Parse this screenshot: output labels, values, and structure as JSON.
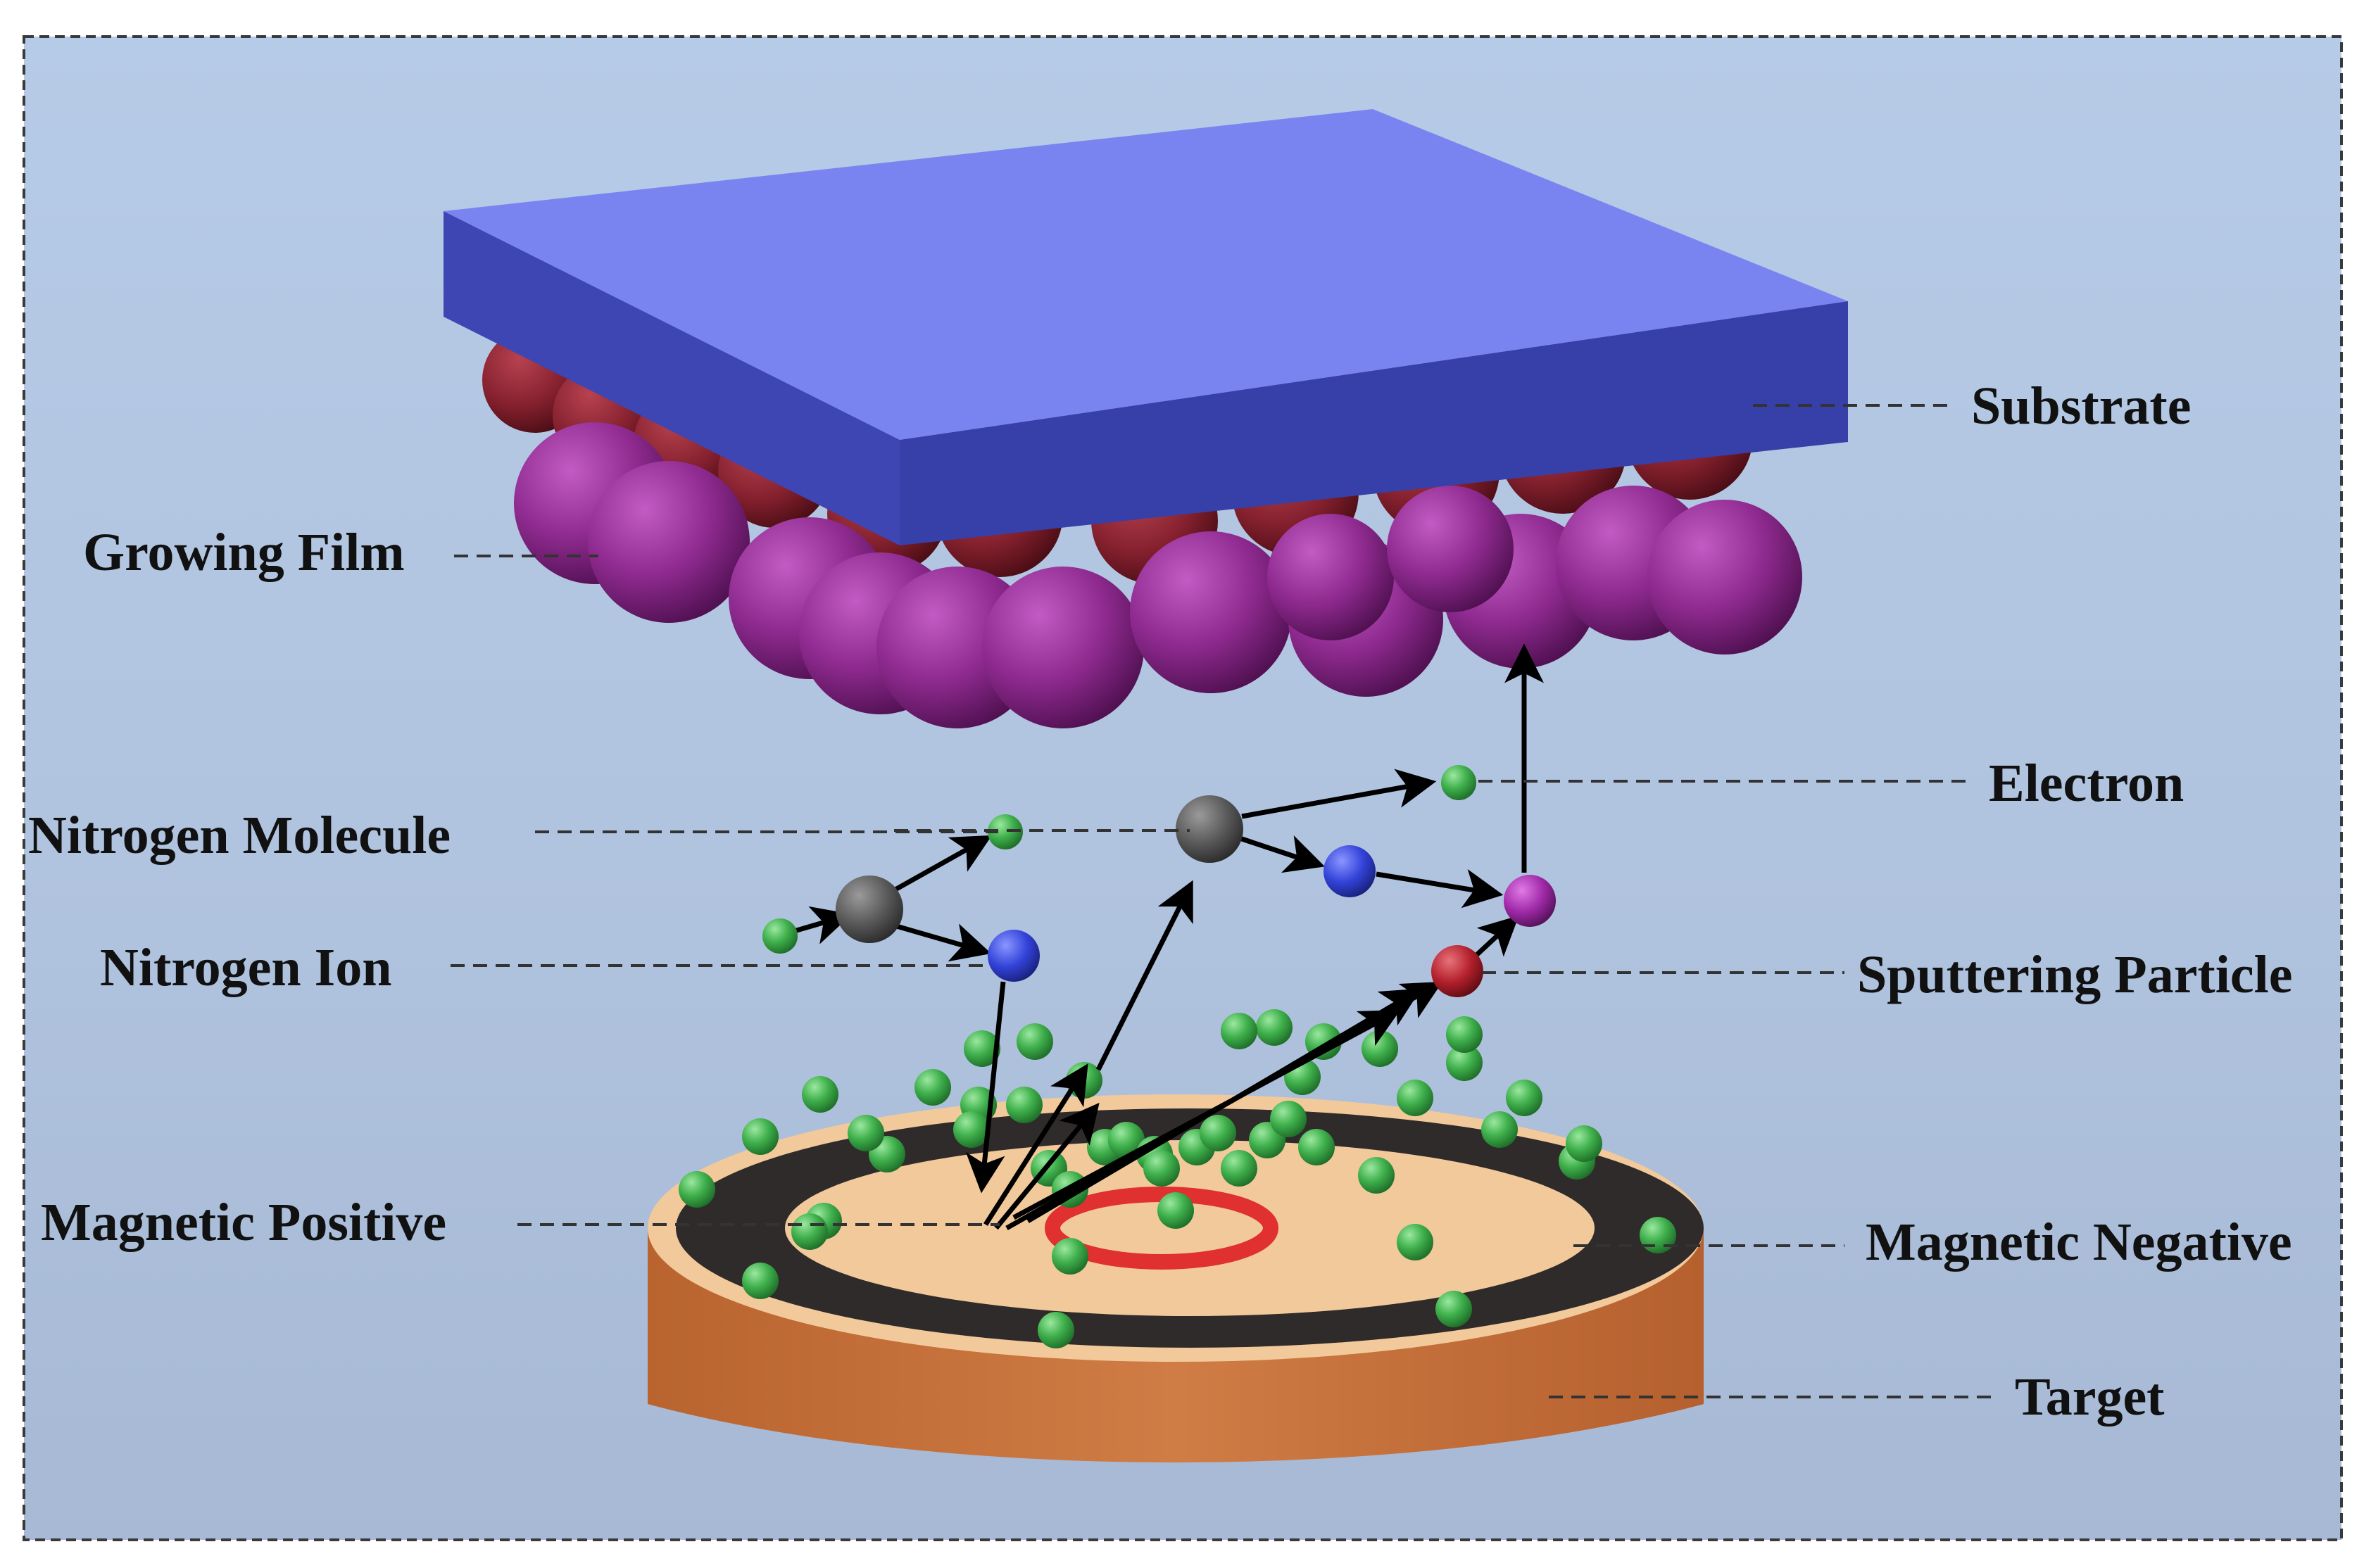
{
  "labels": {
    "substrate": "Substrate",
    "growing_film": "Growing Film",
    "electron": "Electron",
    "nitrogen_molecule": "Nitrogen Molecule",
    "nitrogen_ion": "Nitrogen Ion",
    "sputtering_particle": "Sputtering Particle",
    "magnetic_positive": "Magnetic Positive",
    "magnetic_negative": "Magnetic Negative",
    "target": "Target"
  },
  "colors": {
    "background_top": "#b3c8e4",
    "background_bottom": "#a9bcd9",
    "substrate_top": "#7b85f2",
    "substrate_front": "#3f48b8",
    "substrate_side": "#2c3391",
    "film_sphere": "#8e2a8f",
    "film_sphere_back": "#8a1f38",
    "electron": "#3aa84a",
    "nitrogen_molecule": "#555555",
    "nitrogen_ion": "#3040d6",
    "sputtering_particle": "#b3202c",
    "growing_particle": "#a02aa8",
    "target_top": "#f1c99a",
    "target_side": "#c9743e",
    "magnetic_ring": "#2f2b2a",
    "center_ring": "#e03030",
    "arrow": "#000000"
  },
  "icons": {
    "electron": "small-green-sphere",
    "nitrogen_molecule": "gray-sphere",
    "nitrogen_ion": "blue-sphere",
    "sputtering_particle": "red-sphere"
  }
}
